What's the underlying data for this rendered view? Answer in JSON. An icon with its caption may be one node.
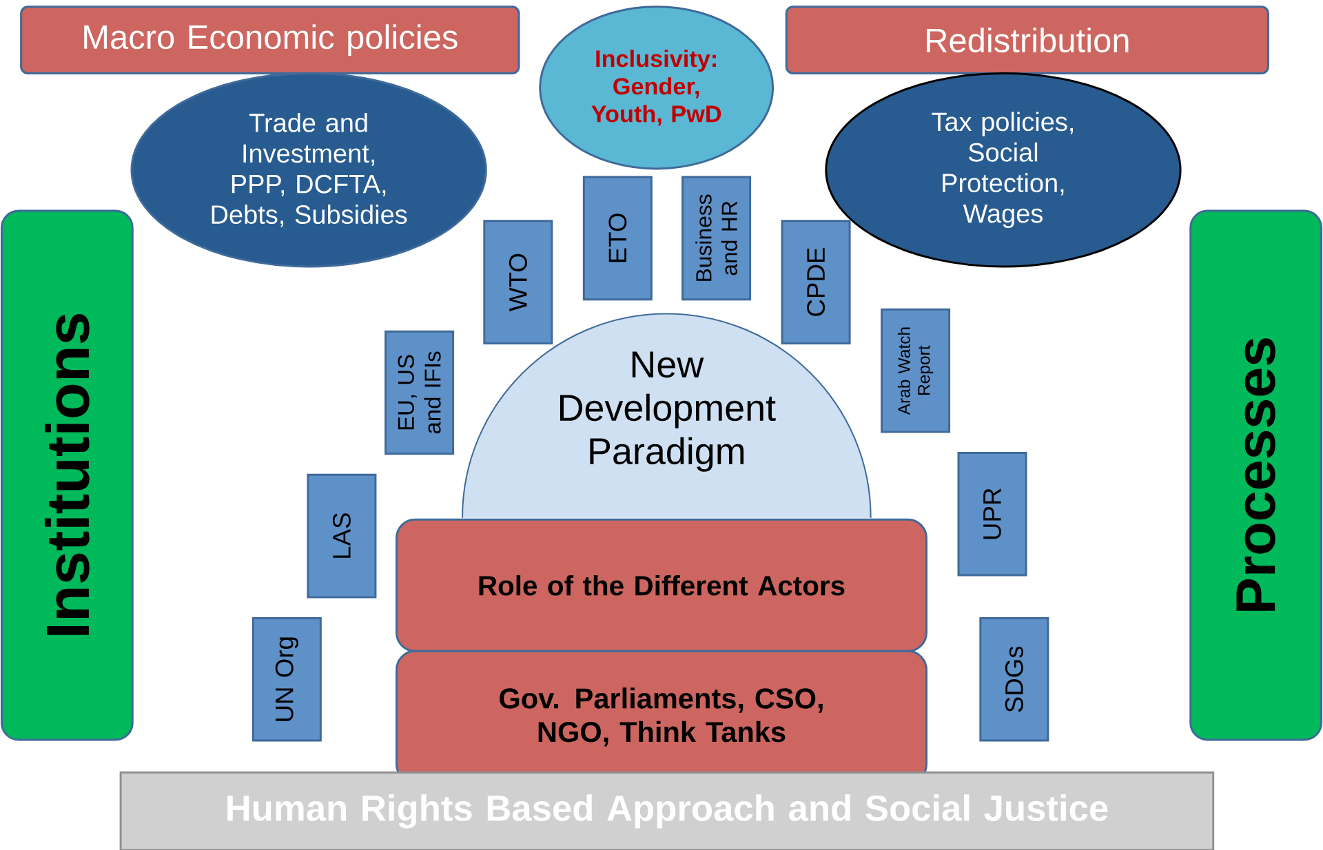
{
  "diagram": {
    "nodes": [
      {
        "text": [
          "Macro Economic policies"
        ]
      },
      {
        "text": [
          "Inclusivity: Gender, Youth, PwD"
        ]
      },
      {
        "text": [
          "Redistribution"
        ]
      },
      {
        "text": [
          "Trade and Investment, PPP, DCFTA, Debts, Subsidies"
        ]
      },
      {
        "text": [
          "Tax policies, Social Protection, Wages"
        ]
      },
      {
        "text": [
          "Institutions"
        ]
      },
      {
        "text": [
          "Processes"
        ]
      },
      {
        "text": [
          "ETO"
        ]
      },
      {
        "text": [
          "Business and HR"
        ]
      },
      {
        "text": [
          "WTO"
        ]
      },
      {
        "text": [
          "CPDE"
        ]
      },
      {
        "text": [
          "Arab Watch Report"
        ]
      },
      {
        "text": [
          "EU, US and IFIs"
        ]
      },
      {
        "text": [
          "New Development Paradigm"
        ]
      },
      {
        "text": [
          "UPR"
        ]
      },
      {
        "text": [
          "LAS"
        ]
      },
      {
        "text": [
          "Role of the Different Actors"
        ]
      },
      {
        "text": [
          "UN Org"
        ]
      },
      {
        "text": [
          "SDGs"
        ]
      },
      {
        "text": [
          "Gov. Parliaments, CSO, NGO, Think Tanks"
        ]
      },
      {
        "text": [
          "Human Rights Based Approach and Social Justice"
        ]
      }
    ]
  }
}
